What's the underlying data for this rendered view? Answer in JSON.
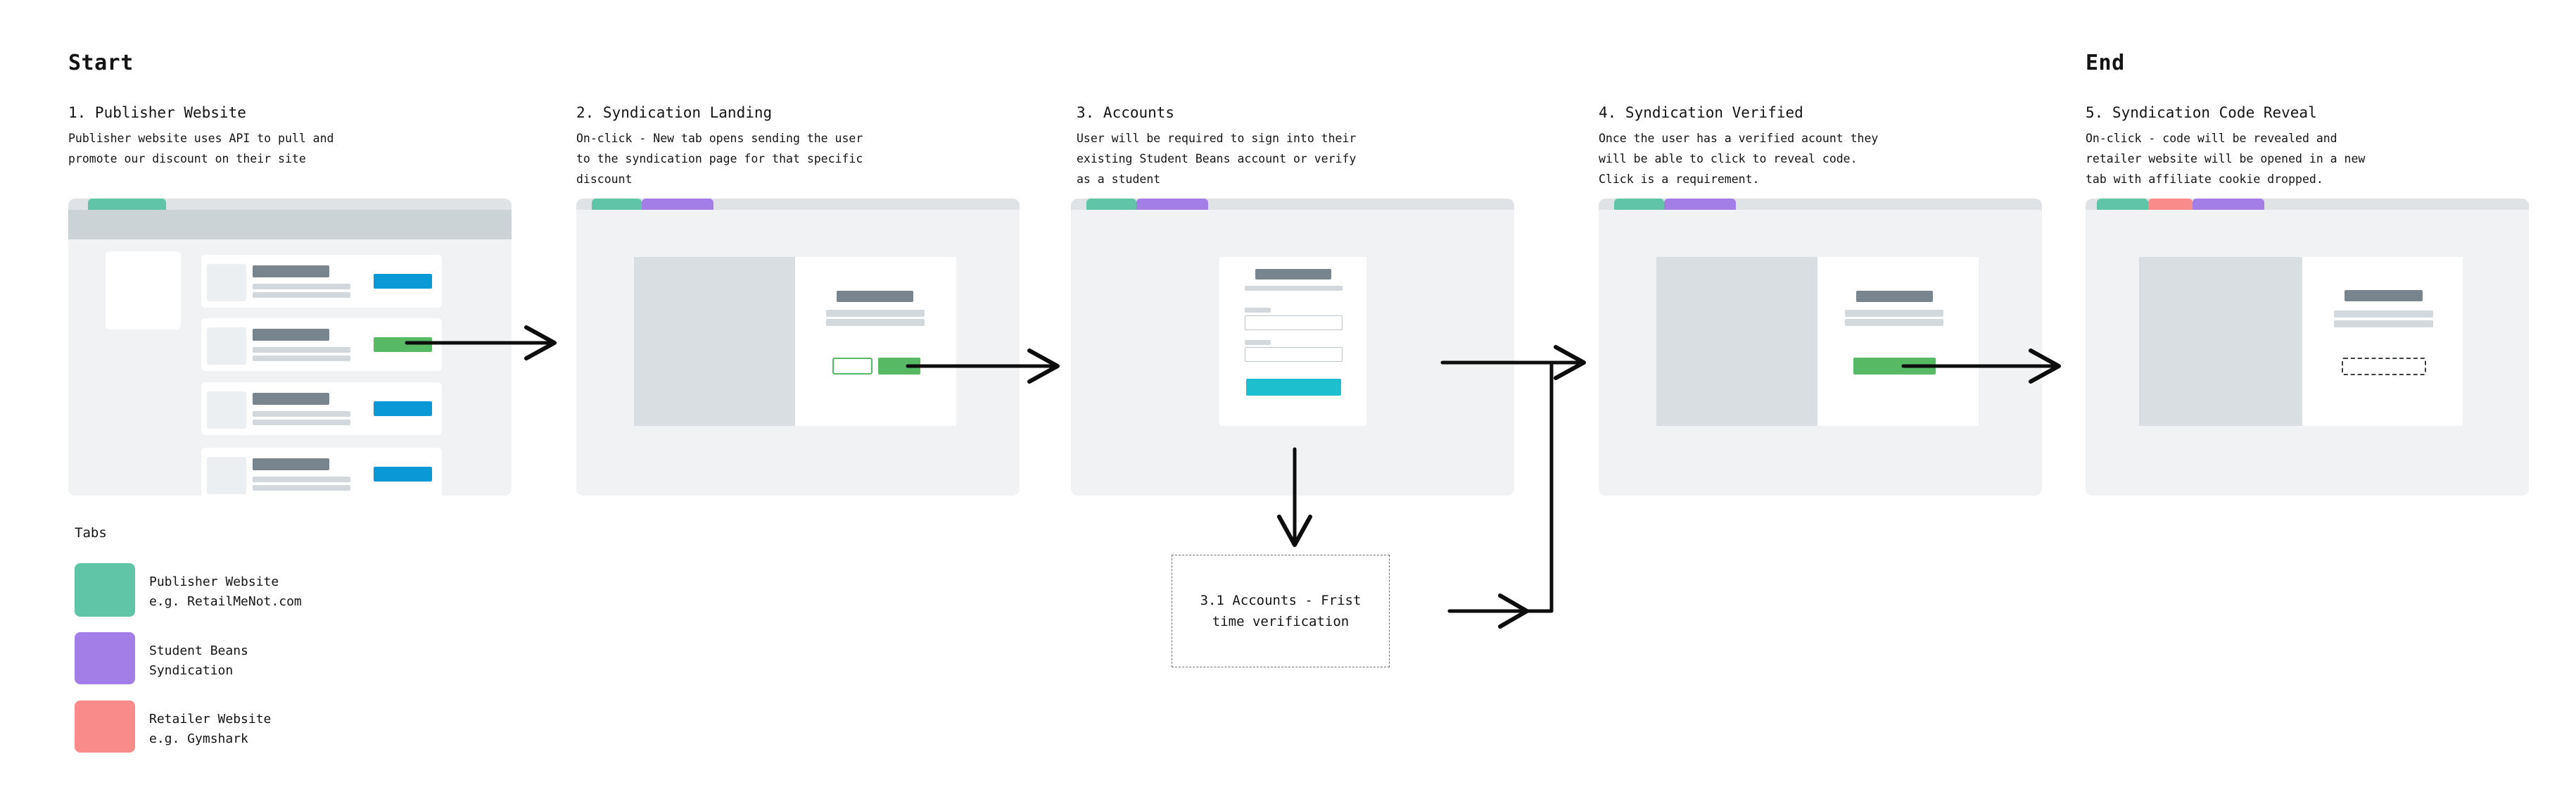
{
  "labels": {
    "start": "Start",
    "end": "End"
  },
  "steps": [
    {
      "title": "1. Publisher Website",
      "description": "Publisher website uses API to pull and\npromote our discount on their site"
    },
    {
      "title": "2. Syndication Landing",
      "description": "On-click - New tab opens sending the user\nto the syndication page for that specific\ndiscount"
    },
    {
      "title": "3. Accounts",
      "description": "User will be required to sign into their\nexisting Student Beans account or verify\nas a student"
    },
    {
      "title": "4. Syndication Verified",
      "description": "Once the user has a verified acount they\nwill be able to click to reveal code.\nClick is a requirement."
    },
    {
      "title": "5. Syndication Code Reveal",
      "description": "On-click - code will be revealed and\nretailer website will be opened in a new\ntab with affiliate cookie dropped."
    }
  ],
  "note_box": {
    "text": "3.1 Accounts - Frist\ntime verification"
  },
  "legend": {
    "title": "Tabs",
    "items": [
      {
        "label": "Publisher Website\ne.g. RetailMeNot.com",
        "color": "#60c5a7"
      },
      {
        "label": "Student Beans\nSyndication",
        "color": "#a37ee6"
      },
      {
        "label": "Retailer Website\ne.g. Gymshark",
        "color": "#f98b8b"
      }
    ]
  },
  "colors": {
    "publisher_teal": "#60c5a7",
    "syndication_purple": "#a37ee6",
    "retailer_red": "#f98b8b",
    "button_blue": "#0a99d6",
    "button_green": "#57b964",
    "button_cyan": "#1dbfce",
    "arrow_black": "#0d0d0d"
  }
}
